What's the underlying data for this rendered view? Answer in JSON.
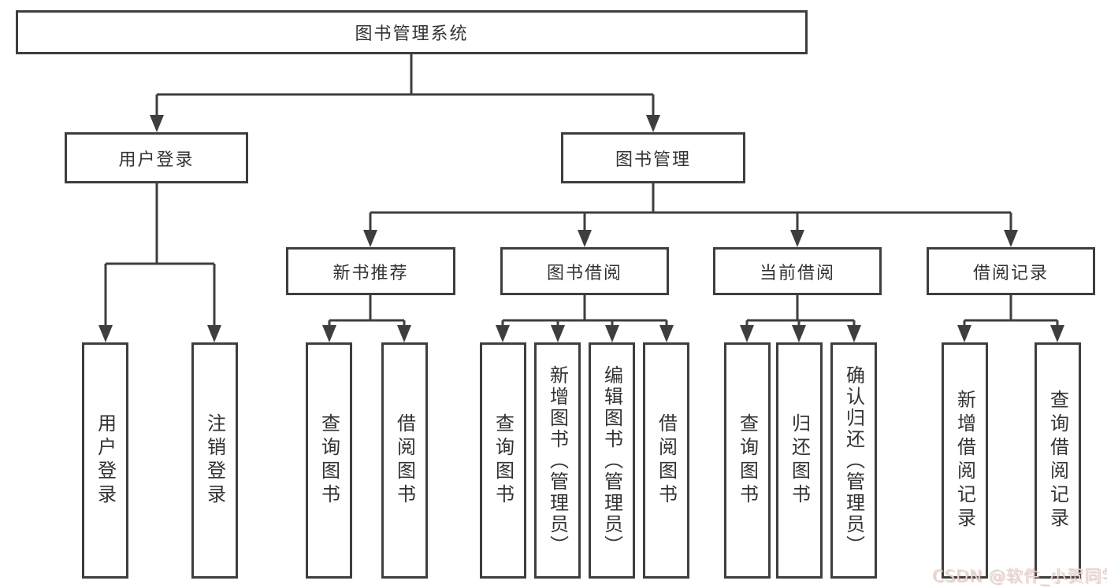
{
  "diagram": {
    "root": {
      "label": "图书管理系统"
    },
    "branches": {
      "user_login": {
        "label": "用户登录"
      },
      "book_management": {
        "label": "图书管理"
      },
      "new_book_recommend": {
        "label": "新书推荐"
      },
      "book_borrowing": {
        "label": "图书借阅"
      },
      "current_borrowing": {
        "label": "当前借阅"
      },
      "borrowing_records": {
        "label": "借阅记录"
      }
    },
    "leaves": {
      "user_login": {
        "label": "用户登录"
      },
      "logout": {
        "label": "注销登录"
      },
      "nb_query_books": {
        "label": "查询图书"
      },
      "nb_borrow_books": {
        "label": "借阅图书"
      },
      "bb_query_books": {
        "label": "查询图书"
      },
      "bb_add_books": {
        "label": "新增图书（管理员）"
      },
      "bb_edit_books": {
        "label": "编辑图书（管理员）"
      },
      "bb_borrow_books": {
        "label": "借阅图书"
      },
      "cb_query_books": {
        "label": "查询图书"
      },
      "cb_return_books": {
        "label": "归还图书"
      },
      "cb_confirm_return": {
        "label": "确认归还（管理员）"
      },
      "br_add_record": {
        "label": "新增借阅记录"
      },
      "br_query_record": {
        "label": "查询借阅记录"
      }
    }
  },
  "watermark": {
    "text": "CSDN @软件_小贺同学"
  },
  "colors": {
    "line": "#3e3e3e",
    "text": "#333333",
    "background": "#ffffff",
    "watermark_text": "#d9d9d9",
    "watermark_accent": "#fc5531"
  }
}
